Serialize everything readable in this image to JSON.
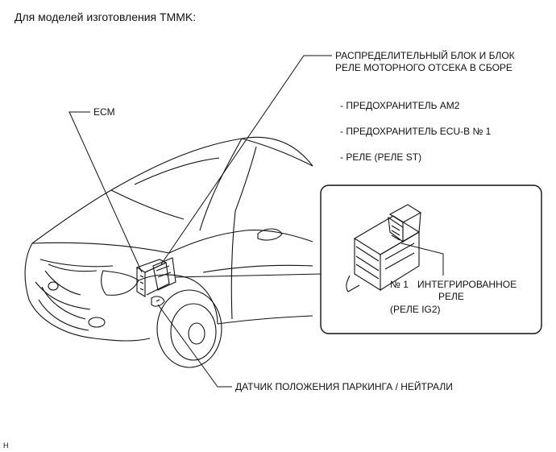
{
  "heading": "Для моделей изготовления TMMK:",
  "labels": {
    "junction_block_line1": "РАСПРЕДЕЛИТЕЛЬНЫЙ БЛОК И БЛОК",
    "junction_block_line2": "РЕЛЕ МОТОРНОГО ОТСЕКА В СБОРЕ",
    "ecm": "ECM",
    "fuse_am2": "- ПРЕДОХРАНИТЕЛЬ AM2",
    "fuse_ecu_b": "- ПРЕДОХРАНИТЕЛЬ ECU-B № 1",
    "relay_st": "- РЕЛЕ    (РЕЛЕ ST)",
    "relay_no1": "№ 1",
    "relay_integrated_line1": "ИНТЕГРИРОВАННОЕ",
    "relay_integrated_line2": "РЕЛЕ",
    "relay_ig2": "(РЕЛЕ IG2)",
    "park_neutral_sensor": "ДАТЧИК ПОЛОЖЕНИЯ ПАРКИНГА / НЕЙТРАЛИ"
  },
  "footer_code": "H"
}
